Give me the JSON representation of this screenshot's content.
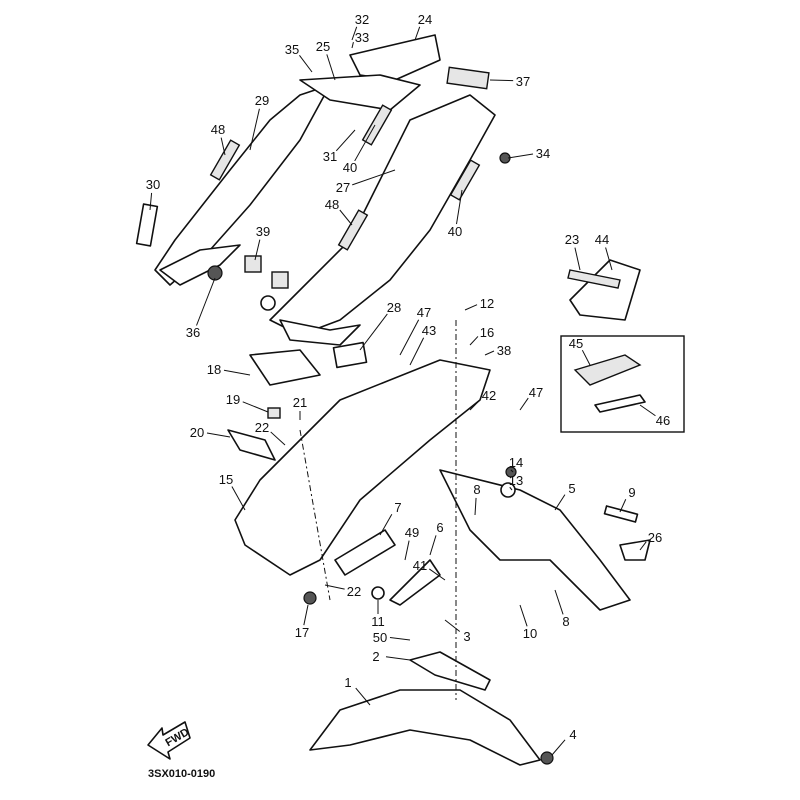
{
  "diagram": {
    "callouts": [
      "32",
      "24",
      "33",
      "35",
      "25",
      "37",
      "29",
      "48",
      "31",
      "40",
      "34",
      "30",
      "27",
      "48",
      "40",
      "23",
      "44",
      "39",
      "36",
      "28",
      "47",
      "12",
      "43",
      "16",
      "38",
      "45",
      "46",
      "18",
      "19",
      "21",
      "42",
      "47",
      "20",
      "22",
      "14",
      "13",
      "8",
      "5",
      "9",
      "15",
      "7",
      "6",
      "49",
      "26",
      "41",
      "22",
      "8",
      "11",
      "3",
      "10",
      "17",
      "50",
      "2",
      "1",
      "4"
    ],
    "fwd_label": "FWD",
    "drawing_code": "3SX010-0190"
  }
}
